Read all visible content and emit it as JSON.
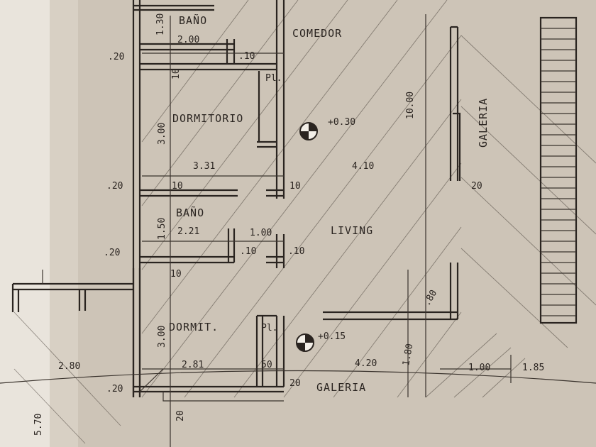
{
  "rooms": {
    "bano_top": "BAÑO",
    "comedor": "COMEDOR",
    "galeria_right": "GALERIA",
    "dormitorio": "DORMITORIO",
    "bano_mid": "BAÑO",
    "living": "LIVING",
    "dormit": "DORMIT.",
    "galeria_bottom": "GALERIA",
    "placard_1": "Pl.",
    "placard_2": "Pl."
  },
  "levels": {
    "level_1": "+0.30",
    "level_2": "+0.15"
  },
  "dims": {
    "d_130": "1.30",
    "d_200": "2.00",
    "d_20_a": ".20",
    "d_10_a": ".10",
    "d_10_b": "10",
    "d_1000": "10.00",
    "d_300_a": "3.00",
    "d_331": "3.31",
    "d_410": "4.10",
    "d_20_b": ".20",
    "d_10_c": "10",
    "d_10_d": "10",
    "d_20_c": "20",
    "d_150": "1.50",
    "d_221": "2.21",
    "d_100_a": "1.00",
    "d_20_d": ".20",
    "d_10_e": ".10",
    "d_10_f": ".10",
    "d_10_g": "10",
    "d_80": ".80",
    "d_300_b": "3.00",
    "d_280": "2.80",
    "d_281": "2.81",
    "d_50": "50",
    "d_420": "4.20",
    "d_180": "1.80",
    "d_100_b": "1.00",
    "d_185": "1.85",
    "d_20_e": ".20",
    "d_20_f": "20",
    "d_20_g": "20",
    "d_570": "5.70"
  },
  "colors": {
    "paper": "#cfc6ba",
    "ink": "#2a2420"
  }
}
